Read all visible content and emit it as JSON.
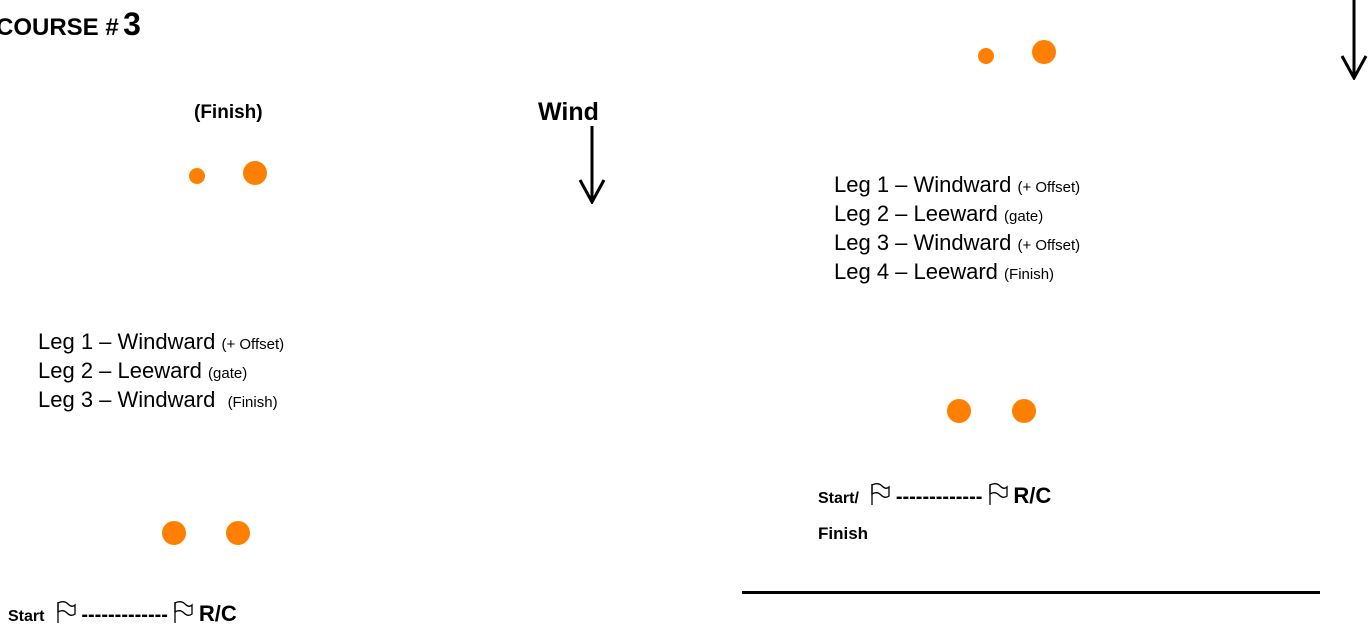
{
  "title": {
    "course_label": "COURSE #",
    "course_number": "3"
  },
  "colors": {
    "mark": "#ff8000",
    "text": "#000000"
  },
  "left_course": {
    "finish_label": "(Finish)",
    "wind_label": "Wind",
    "legs": [
      {
        "main": "Leg 1 – Windward",
        "note": "(+ Offset)"
      },
      {
        "main": "Leg 2 – Leeward",
        "note": "(gate)"
      },
      {
        "main": "Leg 3 – Windward",
        "note": "(Finish)"
      }
    ],
    "start_label": "Start",
    "line_dashes": "-------------",
    "rc_label": "R/C"
  },
  "right_course": {
    "legs": [
      {
        "main": "Leg 1 – Windward",
        "note": "(+ Offset)"
      },
      {
        "main": "Leg 2 – Leeward",
        "note": "(gate)"
      },
      {
        "main": "Leg 3 – Windward",
        "note": "(+ Offset)"
      },
      {
        "main": "Leg 4 – Leeward",
        "note": "(Finish)"
      }
    ],
    "start_label": "Start/",
    "finish_label": "Finish",
    "line_dashes": "-------------",
    "rc_label": "R/C"
  },
  "icons": {
    "mark": "orange-buoy-icon",
    "arrow": "wind-arrow-icon",
    "flag": "flag-icon"
  }
}
